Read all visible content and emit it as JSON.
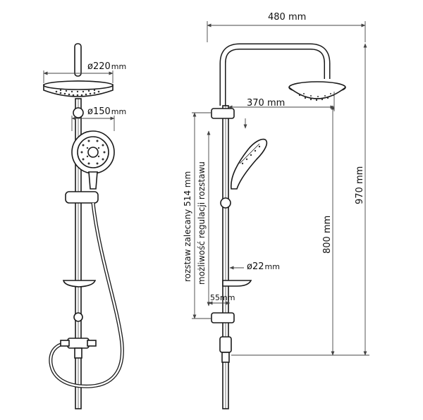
{
  "labels": {
    "overhead_diameter": "ø220",
    "overhead_diameter_unit": "mm",
    "hand_diameter": "ø150",
    "hand_diameter_unit": "mm",
    "width": "480 mm",
    "projection": "370 mm",
    "total_height": "970 mm",
    "mixer_height": "800 mm",
    "tube_diameter": "ø22",
    "tube_diameter_unit": "mm",
    "spacing": "55mm",
    "recommended_spacing": "rozstaw zalecany 514 mm",
    "adjustable_spacing": "możliwość regulacji rozstawu"
  },
  "colors": {
    "line": "#1a1a1a",
    "dimension": "#444444",
    "fill": "#ffffff"
  }
}
